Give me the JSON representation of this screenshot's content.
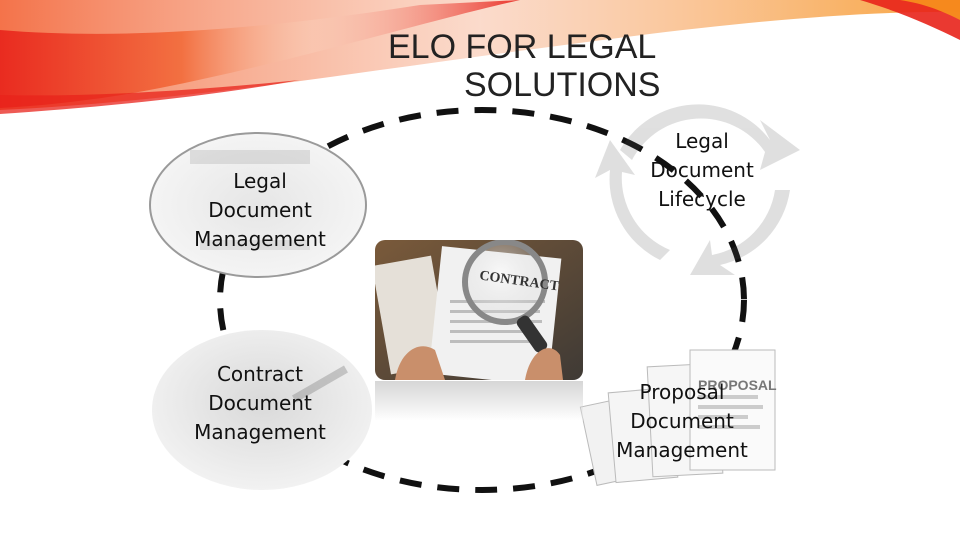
{
  "slide": {
    "title_line1": "ELO FOR LEGAL",
    "title_line2": "SOLUTIONS"
  },
  "nodes": {
    "top_left": {
      "line1": "Legal",
      "line2": "Document",
      "line3": "Management"
    },
    "top_right": {
      "line1": "Legal",
      "line2": "Document",
      "line3": "Lifecycle"
    },
    "bottom_left": {
      "line1": "Contract",
      "line2": "Document",
      "line3": "Management"
    },
    "bottom_right": {
      "line1": "Proposal",
      "line2": "Document",
      "line3": "Management"
    }
  },
  "center": {
    "image_text": "CONTRACT"
  },
  "decor": {
    "proposal_sheet_text": "PROPOSAL"
  },
  "colors": {
    "swoosh_red": "#e8231b",
    "swoosh_orange": "#f7941d",
    "ring": "#111111"
  }
}
